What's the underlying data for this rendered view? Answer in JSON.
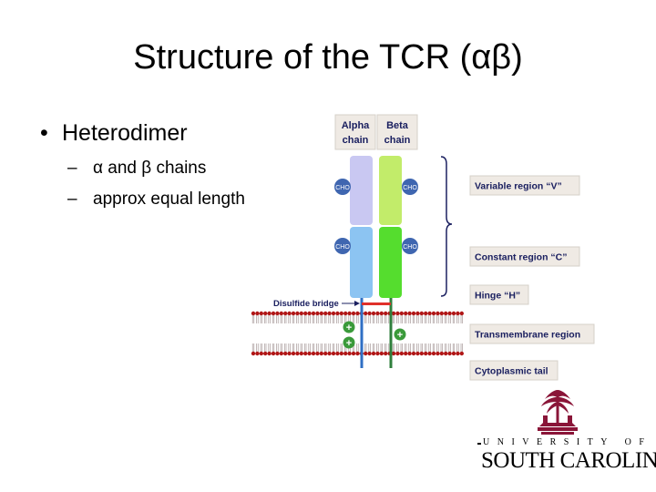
{
  "slide": {
    "title": "Structure of the TCR (αβ)",
    "bullets": [
      {
        "text": "Heterodimer",
        "sub": [
          "α and β chains",
          "approx equal length"
        ]
      }
    ]
  },
  "diagram": {
    "chain_headers": [
      "Alpha chain",
      "Beta chain"
    ],
    "glycosylation_label": "CHO",
    "regions": [
      "Variable region “V”",
      "Constant region “C”",
      "Hinge “H”",
      "Transmembrane region",
      "Cytoplasmic tail"
    ],
    "disulfide_label": "Disulfide bridge",
    "charge_symbol": "+",
    "colors": {
      "alpha_variable": "#c9c8f2",
      "alpha_constant": "#8cc4f2",
      "beta_variable": "#c2ec6a",
      "beta_constant": "#55dd2e",
      "alpha_tail": "#2f6fc4",
      "beta_tail": "#2f7f3c",
      "disulfide": "#e0302a",
      "lipid_head": "#b01616",
      "label_box": "#efeae4",
      "label_text": "#1b2060",
      "cho_fill": "#3f66b0",
      "charge_fill": "#3a9a3a"
    }
  },
  "logo": {
    "university_line": "UNIVERSITY OF",
    "state_name": "SOUTH CAROLINA",
    "color": "#8a1538"
  }
}
